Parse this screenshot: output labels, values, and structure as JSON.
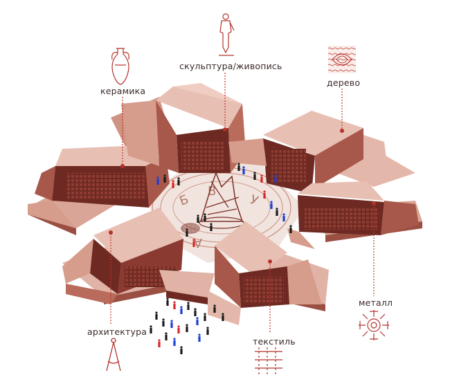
{
  "labels": {
    "sculpture": "скульптура/живопись",
    "ceramics": "керамика",
    "wood": "дерево",
    "architecture": "архитектура",
    "textile": "текстиль",
    "metal": "металл"
  },
  "plaza_letters": [
    "Б",
    "В",
    "У",
    "А"
  ],
  "colors": {
    "accent": "#b5322c",
    "roof_light": "#e8bfb3",
    "roof_mid": "#d69c8c",
    "roof_dark": "#a8584a",
    "wall_dark": "#6e2a22",
    "plaza": "#f1e3dd",
    "line": "#c0392b",
    "person_red": "#d62828",
    "person_blue": "#1d3fd1",
    "person_black": "#1a1a1a"
  },
  "icons": [
    "statue-icon",
    "amphora-icon",
    "wood-grain-icon",
    "ornament-icon",
    "compass-icon",
    "textile-pattern-icon"
  ]
}
